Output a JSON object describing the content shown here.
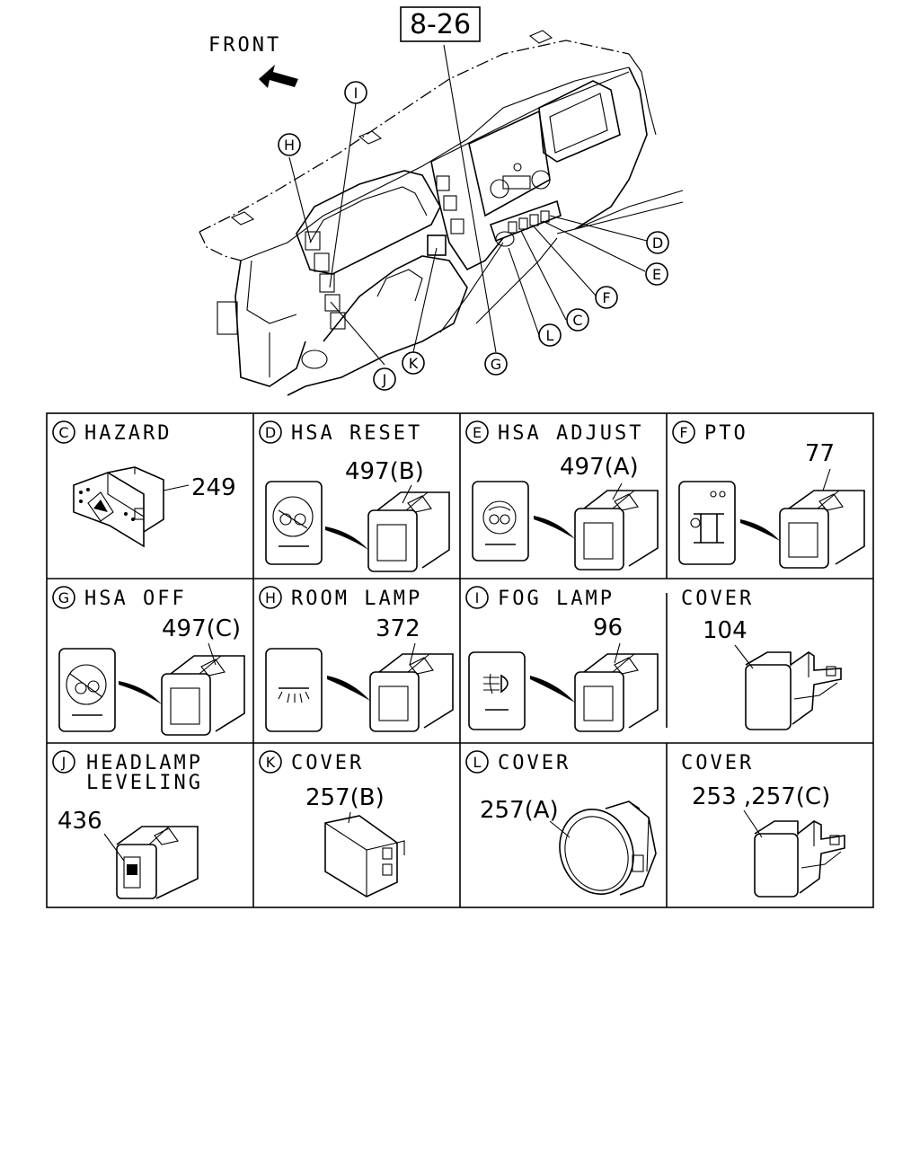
{
  "diagram": {
    "ref_box": "8-26",
    "front_label": "FRONT",
    "callouts": [
      "I",
      "H",
      "D",
      "E",
      "F",
      "C",
      "L",
      "K",
      "G",
      "J"
    ]
  },
  "cells": [
    {
      "letter": "C",
      "title": "HAZARD",
      "title2": "",
      "part": "249"
    },
    {
      "letter": "D",
      "title": "HSA RESET",
      "title2": "",
      "part": "497(B)"
    },
    {
      "letter": "E",
      "title": "HSA ADJUST",
      "title2": "",
      "part": "497(A)"
    },
    {
      "letter": "F",
      "title": "PTO",
      "title2": "",
      "part": "77"
    },
    {
      "letter": "G",
      "title": "HSA OFF",
      "title2": "",
      "part": "497(C)"
    },
    {
      "letter": "H",
      "title": "ROOM LAMP",
      "title2": "",
      "part": "372"
    },
    {
      "letter": "I",
      "title": "FOG LAMP",
      "title2": "",
      "part": "96"
    },
    {
      "letter": "",
      "title": "COVER",
      "title2": "",
      "part": "104"
    },
    {
      "letter": "J",
      "title": "HEADLAMP",
      "title2": "LEVELING",
      "part": "436"
    },
    {
      "letter": "K",
      "title": "COVER",
      "title2": "",
      "part": "257(B)"
    },
    {
      "letter": "L",
      "title": "COVER",
      "title2": "",
      "part": "257(A)"
    },
    {
      "letter": "",
      "title": "COVER",
      "title2": "",
      "part": "253 ,257(C)"
    }
  ]
}
